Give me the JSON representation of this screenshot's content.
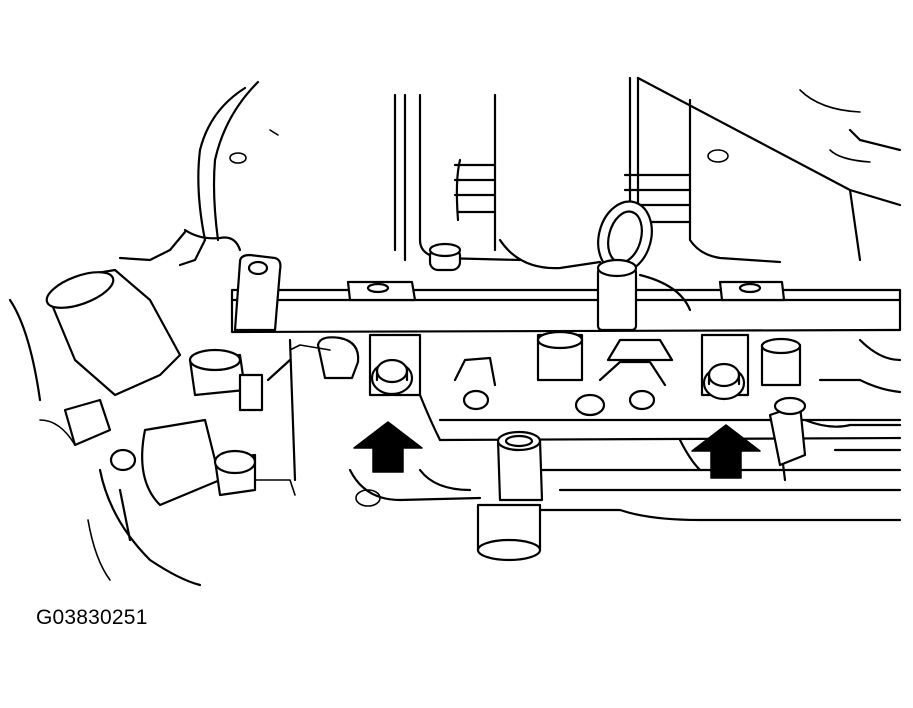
{
  "figure": {
    "id_label": "G03830251",
    "colors": {
      "line": "#000000",
      "background": "#ffffff",
      "arrow_fill": "#000000"
    },
    "callouts": [
      {
        "icon": "arrow-up-icon",
        "target": "left-mounting-bolt"
      },
      {
        "icon": "arrow-up-icon",
        "target": "right-mounting-bolt"
      }
    ]
  }
}
